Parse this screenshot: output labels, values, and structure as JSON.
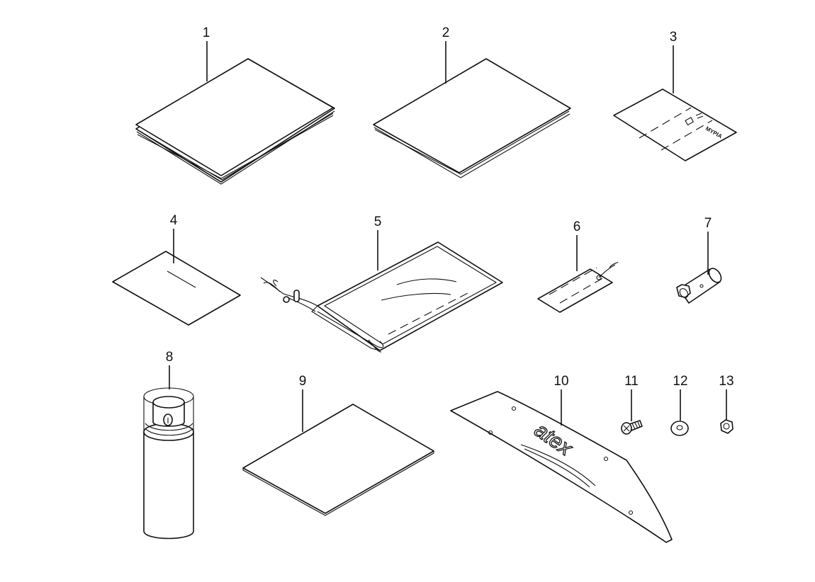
{
  "parts": [
    {
      "id": "part-1",
      "label": "1"
    },
    {
      "id": "part-2",
      "label": "2"
    },
    {
      "id": "part-3",
      "label": "3"
    },
    {
      "id": "part-4",
      "label": "4"
    },
    {
      "id": "part-5",
      "label": "5"
    },
    {
      "id": "part-6",
      "label": "6"
    },
    {
      "id": "part-7",
      "label": "7"
    },
    {
      "id": "part-8",
      "label": "8"
    },
    {
      "id": "part-9",
      "label": "9"
    },
    {
      "id": "part-10",
      "label": "10"
    },
    {
      "id": "part-11",
      "label": "11"
    },
    {
      "id": "part-12",
      "label": "12"
    },
    {
      "id": "part-13",
      "label": "13"
    }
  ],
  "card_text": "MYPIA",
  "logo_text": "atex"
}
